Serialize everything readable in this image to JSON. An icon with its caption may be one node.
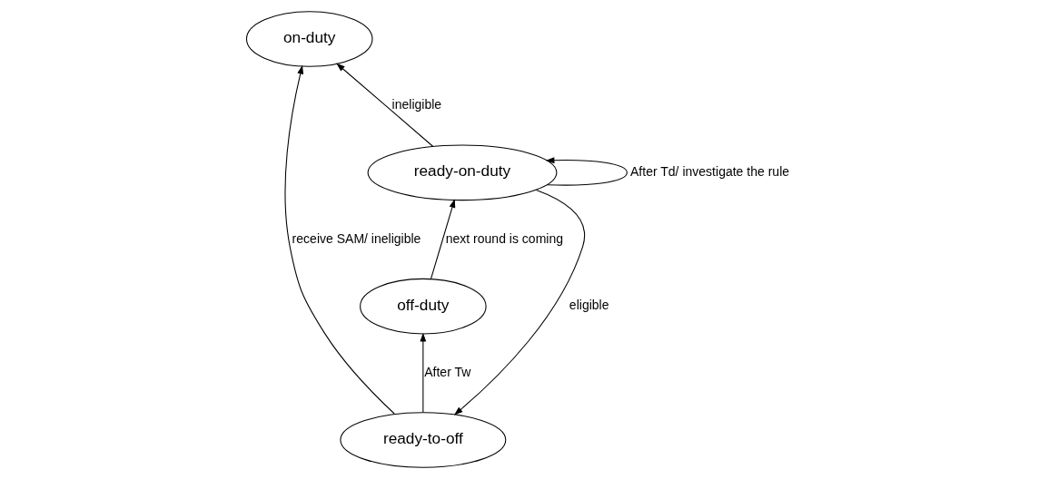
{
  "diagram": {
    "nodes": [
      {
        "text": [
          "on-duty"
        ]
      },
      {
        "text": [
          "ready-to-off"
        ]
      },
      {
        "text": [
          "ready-on-duty"
        ]
      },
      {
        "text": [
          "off-duty"
        ]
      }
    ],
    "edges": [
      {
        "from": 1,
        "to": 0,
        "arrow": "to",
        "label": "receive SAM/ ineligible"
      },
      {
        "from": 2,
        "to": 0,
        "arrow": "to",
        "label": "ineligible"
      },
      {
        "from": 2,
        "to": 1,
        "arrow": "to",
        "label": "eligible"
      },
      {
        "from": 2,
        "to": 2,
        "arrow": "to",
        "label": "After Td/ investigate the rule"
      },
      {
        "from": 1,
        "to": 3,
        "arrow": "to",
        "label": "After Tw"
      },
      {
        "from": 3,
        "to": 2,
        "arrow": "to",
        "label": "next round is coming"
      }
    ]
  }
}
